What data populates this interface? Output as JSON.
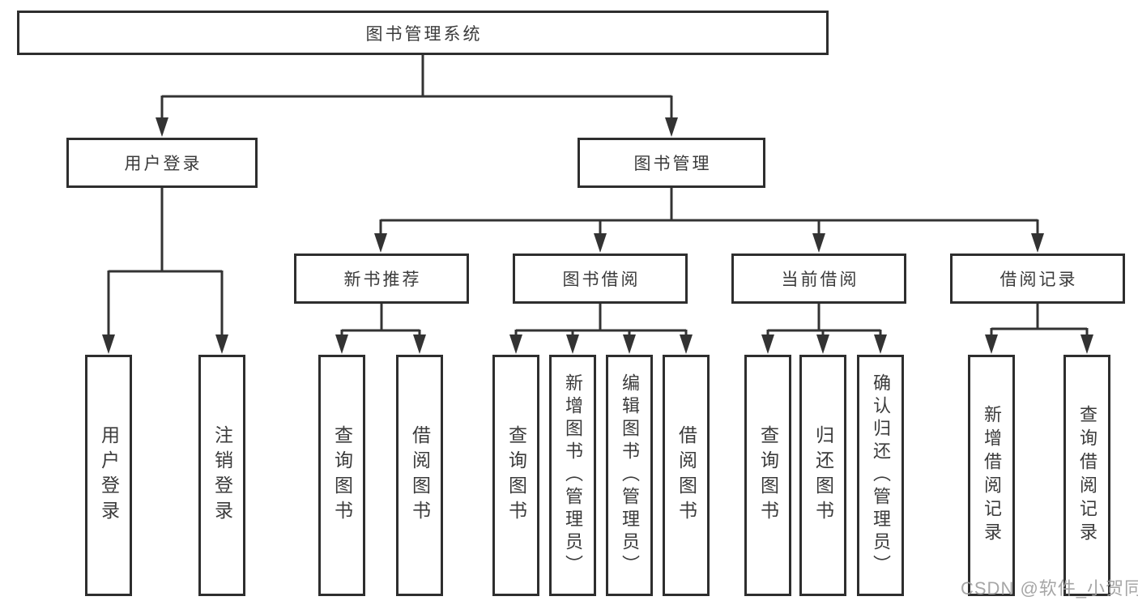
{
  "diagram": {
    "root": {
      "label": "图书管理系统"
    },
    "level2": [
      {
        "label": "用户登录"
      },
      {
        "label": "图书管理"
      }
    ],
    "level3": [
      {
        "label": "新书推荐"
      },
      {
        "label": "图书借阅"
      },
      {
        "label": "当前借阅"
      },
      {
        "label": "借阅记录"
      }
    ],
    "leaves": {
      "login": [
        {
          "label": "用户登录"
        },
        {
          "label": "注销登录"
        }
      ],
      "newbooks": [
        {
          "label": "查询图书"
        },
        {
          "label": "借阅图书"
        }
      ],
      "borrow": [
        {
          "label": "查询图书"
        },
        {
          "label": "新增图书（管理员）"
        },
        {
          "label": "编辑图书（管理员）"
        },
        {
          "label": "借阅图书"
        }
      ],
      "current": [
        {
          "label": "查询图书"
        },
        {
          "label": "归还图书"
        },
        {
          "label": "确认归还（管理员）"
        }
      ],
      "records": [
        {
          "label": "新增借阅记录"
        },
        {
          "label": "查询借阅记录"
        }
      ]
    }
  },
  "watermark": {
    "text": "CSDN @软件_小贺同学"
  },
  "colors": {
    "border": "#2e2e2e",
    "line": "#333333",
    "text": "#3b3b3b",
    "background": "#ffffff",
    "watermark": "#9e9e9e"
  }
}
